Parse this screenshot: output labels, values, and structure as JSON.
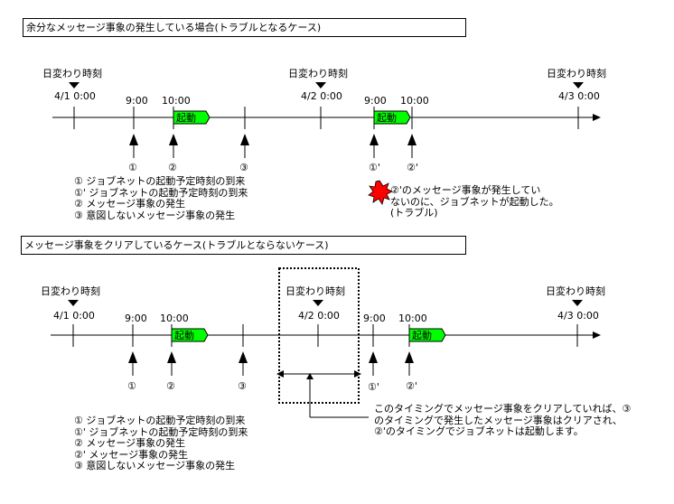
{
  "diagram1": {
    "title": "余分なメッセージ事象の発生している場合(トラブルとなるケース)",
    "day_change_label": "日変わり時刻",
    "ticks": [
      {
        "label": "4/1 0:00",
        "kind": "day"
      },
      {
        "label": "9:00",
        "kind": "time"
      },
      {
        "label": "10:00",
        "kind": "time"
      },
      {
        "label": "",
        "kind": "event"
      },
      {
        "label": "4/2 0:00",
        "kind": "day"
      },
      {
        "label": "9:00",
        "kind": "time"
      },
      {
        "label": "10:00",
        "kind": "time"
      },
      {
        "label": "4/3 0:00",
        "kind": "day"
      }
    ],
    "start_labels": [
      "起動",
      "起動"
    ],
    "markers": [
      "①",
      "②",
      "③",
      "①'",
      "②'"
    ],
    "legend": [
      "①  ジョブネットの起動予定時刻の到来",
      "①' ジョブネットの起動予定時刻の到来",
      "②  メッセージ事象の発生",
      "③  意図しないメッセージ事象の発生"
    ],
    "trouble_note": [
      "②'のメッセージ事象が発生してい",
      "ないのに、ジョブネットが起動した。",
      "(トラブル)"
    ]
  },
  "diagram2": {
    "title": "メッセージ事象をクリアしているケース(トラブルとならないケース)",
    "day_change_label": "日変わり時刻",
    "ticks": [
      {
        "label": "4/1 0:00",
        "kind": "day"
      },
      {
        "label": "9:00",
        "kind": "time"
      },
      {
        "label": "10:00",
        "kind": "time"
      },
      {
        "label": "",
        "kind": "event"
      },
      {
        "label": "4/2 0:00",
        "kind": "day"
      },
      {
        "label": "9:00",
        "kind": "time"
      },
      {
        "label": "10:00",
        "kind": "time"
      },
      {
        "label": "4/3 0:00",
        "kind": "day"
      }
    ],
    "start_labels": [
      "起動",
      "起動"
    ],
    "markers": [
      "①",
      "②",
      "③",
      "①'",
      "②'"
    ],
    "legend": [
      "①  ジョブネットの起動予定時刻の到来",
      "①' ジョブネットの起動予定時刻の到来",
      "②  メッセージ事象の発生",
      "②' メッセージ事象の発生",
      "③  意図しないメッセージ事象の発生"
    ],
    "clear_note": [
      "このタイミングでメッセージ事象をクリアしていれば、③",
      "のタイミングで発生したメッセージ事象はクリアされ、",
      "②'のタイミングでジョブネットは起動します。"
    ]
  },
  "colors": {
    "start_box": "#00ff00",
    "trouble_burst": "#ff0000",
    "line": "#000000"
  }
}
